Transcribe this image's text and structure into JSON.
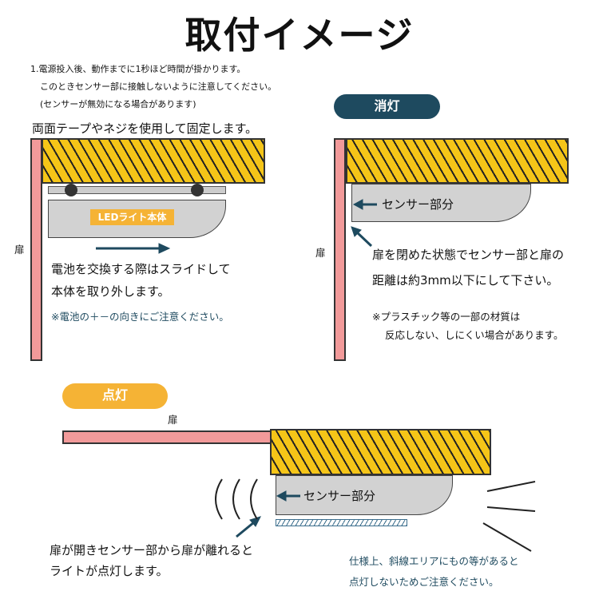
{
  "title": "取付イメージ",
  "notes": [
    "1.電源投入後、動作までに1秒ほど時間が掛かります。",
    "このときセンサー部に接触しないように注意してください。",
    "(センサーが無効になる場合があります)"
  ],
  "install": {
    "heading": "両面テープやネジを使用して固定します。",
    "door_label": "扉",
    "led_label": "LEDライト本体",
    "battery_lines": [
      "電池を交換する際はスライドして",
      "本体を取り外します。"
    ],
    "battery_note": "※電池の＋－の向きにご注意ください。"
  },
  "off": {
    "badge": "消灯",
    "door_label": "扉",
    "sensor_label": "センサー部分",
    "lines": [
      "扉を閉めた状態でセンサー部と扉の",
      "距離は約3mm以下にして下さい。"
    ],
    "notes": [
      "※プラスチック等の一部の材質は",
      "反応しない、しにくい場合があります。"
    ]
  },
  "on": {
    "badge": "点灯",
    "door_label": "扉",
    "sensor_label": "センサー部分",
    "lines": [
      "扉が開きセンサー部から扉が離れると",
      "ライトが点灯します。"
    ],
    "notes": [
      "仕様上、斜線エリアにもの等があると",
      "点灯しないためご注意ください。"
    ]
  },
  "colors": {
    "navy": "#1e4a5f",
    "yellow": "#f5c518",
    "pink": "#f29a9a",
    "orange": "#f5b335"
  }
}
